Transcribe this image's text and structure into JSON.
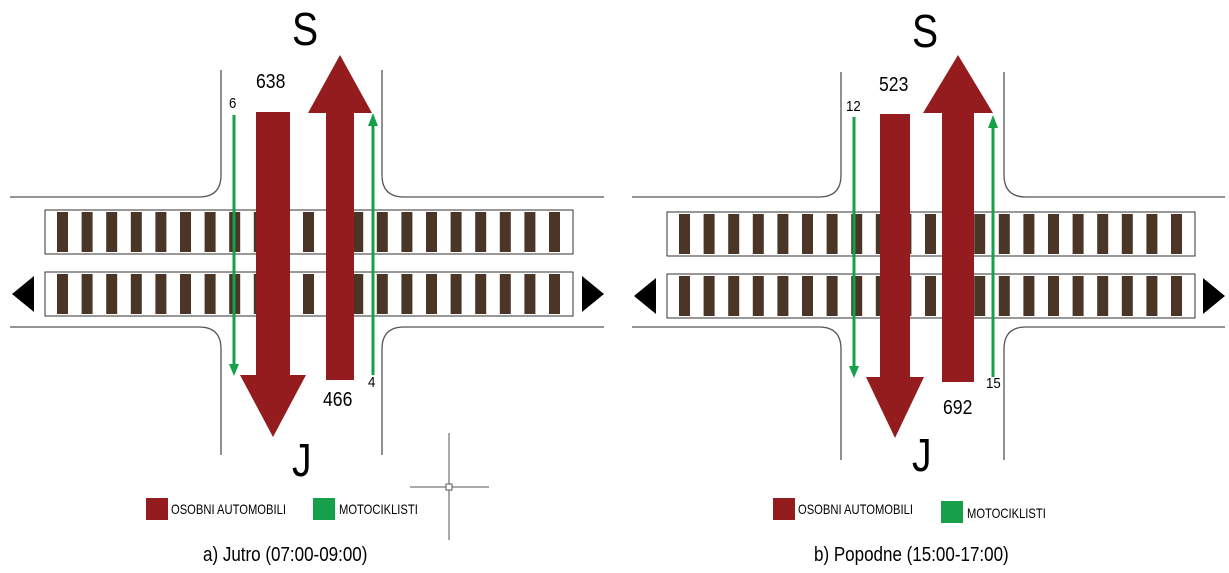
{
  "colors": {
    "car": "#941c1e",
    "moto": "#17a04a",
    "rail": "#4a3526",
    "line": "#555555"
  },
  "icons": {
    "arrow_west": "left-triangle-icon",
    "arrow_east": "right-triangle-icon",
    "crosshair": "crosshair-icon"
  },
  "panels": [
    {
      "north_label": "S",
      "south_label": "J",
      "flows": {
        "car_southbound": 638,
        "car_northbound": 466,
        "moto_southbound": 6,
        "moto_northbound": 4
      },
      "car_southbound_text": "638",
      "car_northbound_text": "466",
      "moto_southbound_text": "6",
      "moto_northbound_text": "4",
      "legend": {
        "car": "OSOBNI AUTOMOBILI",
        "moto": "MOTOCIKLISTI"
      },
      "caption": "a) Jutro (07:00-09:00)"
    },
    {
      "north_label": "S",
      "south_label": "J",
      "flows": {
        "car_southbound": 523,
        "car_northbound": 692,
        "moto_southbound": 12,
        "moto_northbound": 15
      },
      "car_southbound_text": "523",
      "car_northbound_text": "692",
      "moto_southbound_text": "12",
      "moto_northbound_text": "15",
      "legend": {
        "car": "OSOBNI AUTOMOBILI",
        "moto": "MOTOCIKLISTI"
      },
      "caption": "b) Popodne (15:00-17:00)"
    }
  ]
}
